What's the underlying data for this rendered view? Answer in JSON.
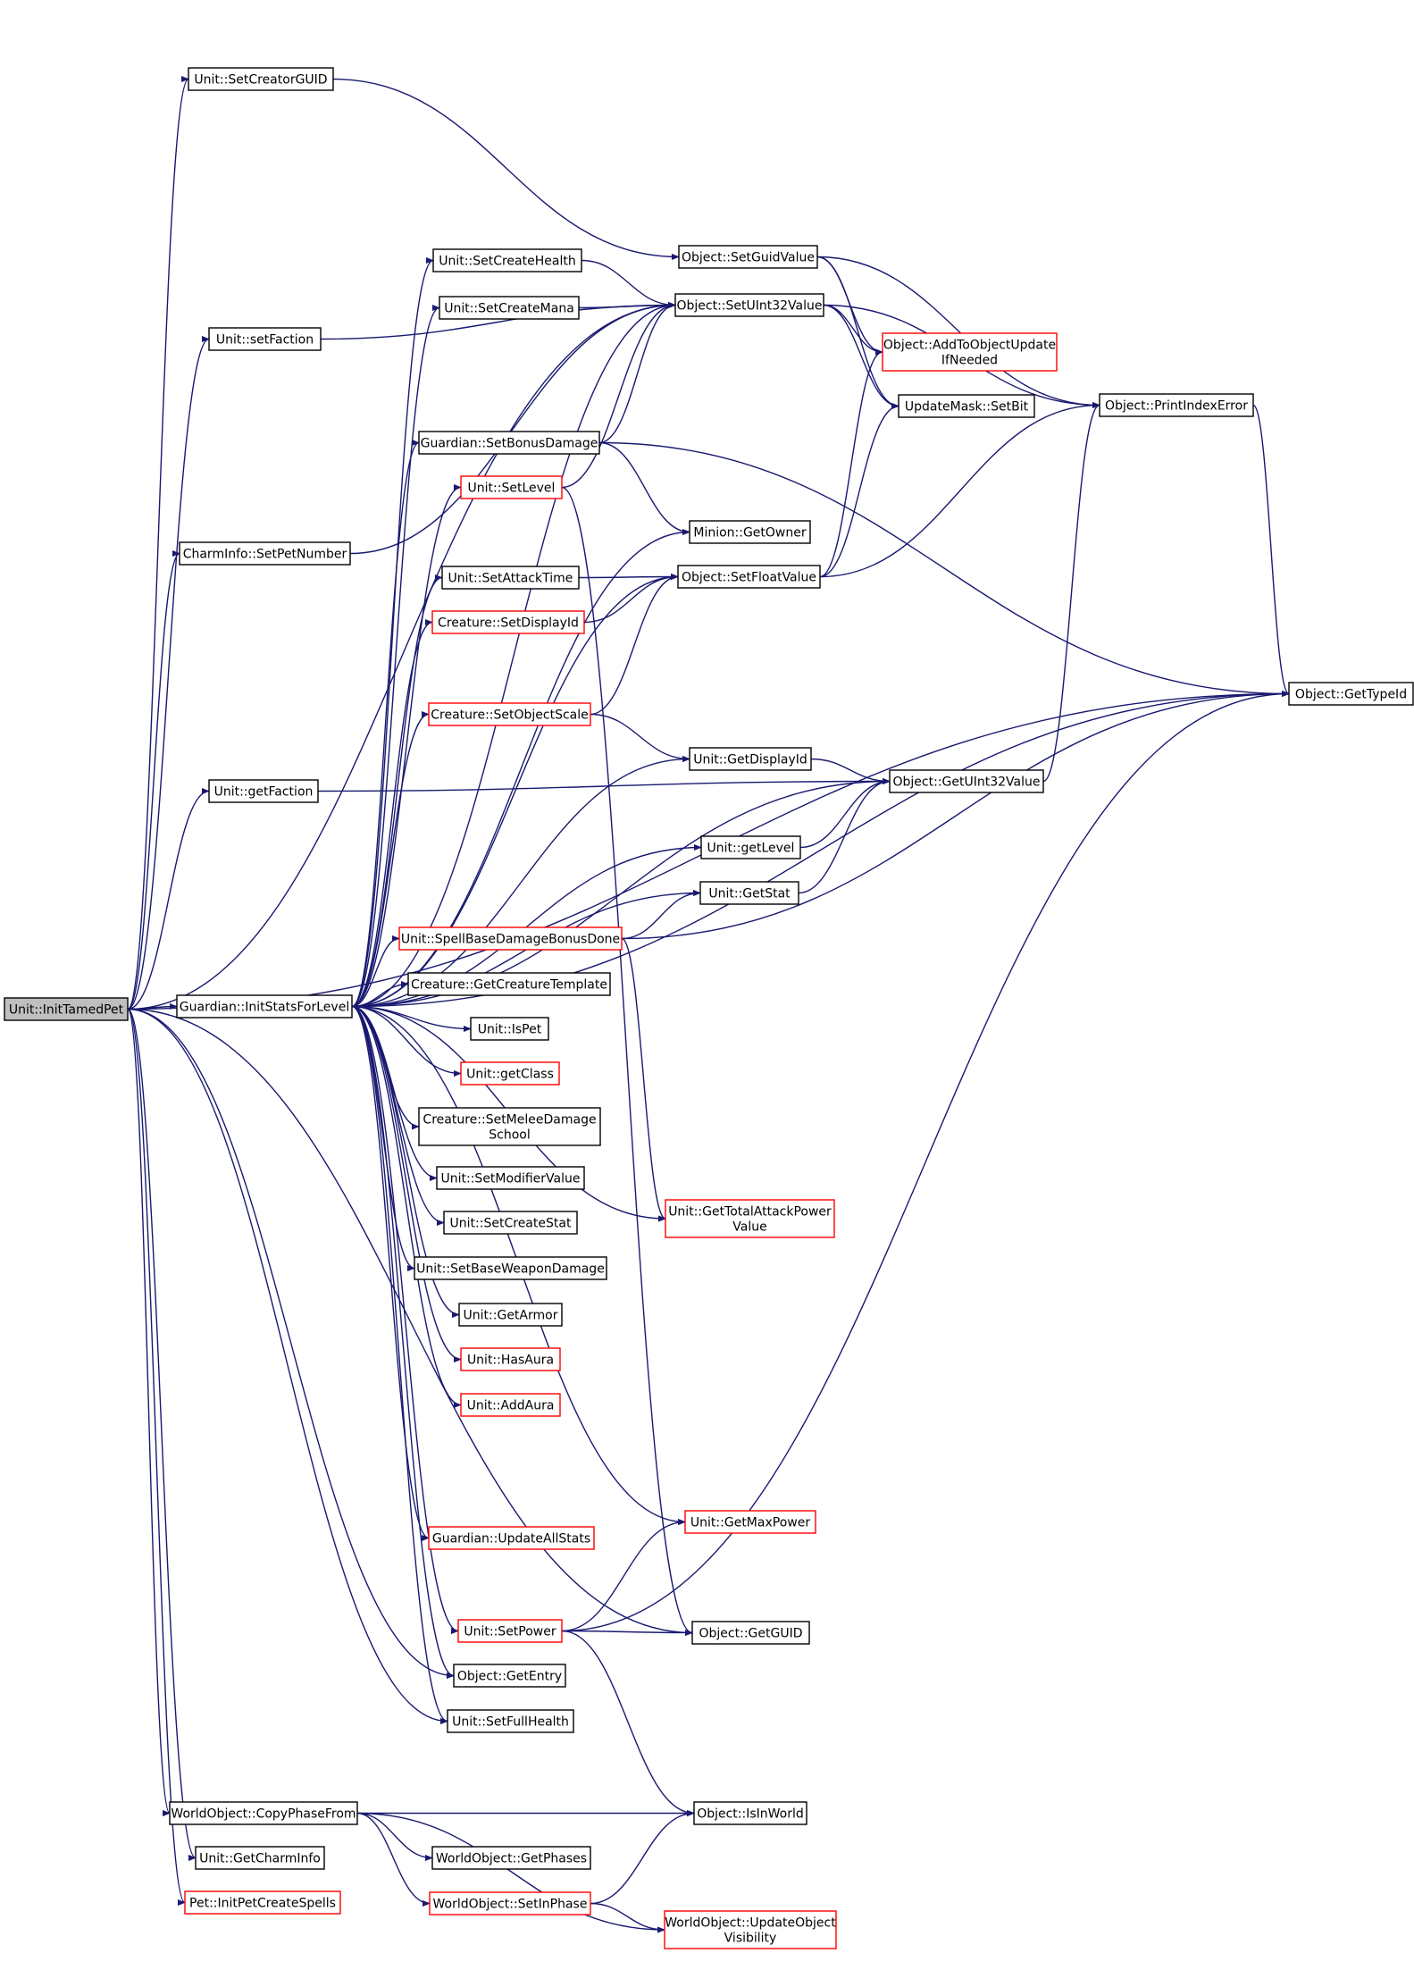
{
  "nodes": [
    {
      "id": "init_tamed_pet",
      "lines": [
        "Unit::InitTamedPet"
      ],
      "style": "root"
    },
    {
      "id": "set_creator_guid",
      "lines": [
        "Unit::SetCreatorGUID"
      ],
      "style": "normal"
    },
    {
      "id": "set_faction",
      "lines": [
        "Unit::setFaction"
      ],
      "style": "normal"
    },
    {
      "id": "set_pet_number",
      "lines": [
        "CharmInfo::SetPetNumber"
      ],
      "style": "normal"
    },
    {
      "id": "get_faction",
      "lines": [
        "Unit::getFaction"
      ],
      "style": "normal"
    },
    {
      "id": "init_stats_for_level",
      "lines": [
        "Guardian::InitStatsForLevel"
      ],
      "style": "normal"
    },
    {
      "id": "copy_phase_from",
      "lines": [
        "WorldObject::CopyPhaseFrom"
      ],
      "style": "normal"
    },
    {
      "id": "get_charm_info",
      "lines": [
        "Unit::GetCharmInfo"
      ],
      "style": "normal"
    },
    {
      "id": "init_pet_create_spells",
      "lines": [
        "Pet::InitPetCreateSpells"
      ],
      "style": "red"
    },
    {
      "id": "set_create_health",
      "lines": [
        "Unit::SetCreateHealth"
      ],
      "style": "normal"
    },
    {
      "id": "set_create_mana",
      "lines": [
        "Unit::SetCreateMana"
      ],
      "style": "normal"
    },
    {
      "id": "set_bonus_damage",
      "lines": [
        "Guardian::SetBonusDamage"
      ],
      "style": "normal"
    },
    {
      "id": "set_level",
      "lines": [
        "Unit::SetLevel"
      ],
      "style": "red"
    },
    {
      "id": "set_attack_time",
      "lines": [
        "Unit::SetAttackTime"
      ],
      "style": "normal"
    },
    {
      "id": "set_display_id",
      "lines": [
        "Creature::SetDisplayId"
      ],
      "style": "red"
    },
    {
      "id": "set_object_scale",
      "lines": [
        "Creature::SetObjectScale"
      ],
      "style": "red"
    },
    {
      "id": "spell_base_damage",
      "lines": [
        "Unit::SpellBaseDamageBonusDone"
      ],
      "style": "red"
    },
    {
      "id": "get_creature_template",
      "lines": [
        "Creature::GetCreatureTemplate"
      ],
      "style": "normal"
    },
    {
      "id": "is_pet",
      "lines": [
        "Unit::IsPet"
      ],
      "style": "normal"
    },
    {
      "id": "get_class",
      "lines": [
        "Unit::getClass"
      ],
      "style": "red"
    },
    {
      "id": "set_melee_damage_school",
      "lines": [
        "Creature::SetMeleeDamage",
        "School"
      ],
      "style": "normal"
    },
    {
      "id": "set_modifier_value",
      "lines": [
        "Unit::SetModifierValue"
      ],
      "style": "normal"
    },
    {
      "id": "set_create_stat",
      "lines": [
        "Unit::SetCreateStat"
      ],
      "style": "normal"
    },
    {
      "id": "set_base_weapon_damage",
      "lines": [
        "Unit::SetBaseWeaponDamage"
      ],
      "style": "normal"
    },
    {
      "id": "get_armor",
      "lines": [
        "Unit::GetArmor"
      ],
      "style": "normal"
    },
    {
      "id": "has_aura",
      "lines": [
        "Unit::HasAura"
      ],
      "style": "red"
    },
    {
      "id": "add_aura",
      "lines": [
        "Unit::AddAura"
      ],
      "style": "red"
    },
    {
      "id": "update_all_stats",
      "lines": [
        "Guardian::UpdateAllStats"
      ],
      "style": "red"
    },
    {
      "id": "set_power",
      "lines": [
        "Unit::SetPower"
      ],
      "style": "red"
    },
    {
      "id": "get_entry",
      "lines": [
        "Object::GetEntry"
      ],
      "style": "normal"
    },
    {
      "id": "set_full_health",
      "lines": [
        "Unit::SetFullHealth"
      ],
      "style": "normal"
    },
    {
      "id": "get_phases",
      "lines": [
        "WorldObject::GetPhases"
      ],
      "style": "normal"
    },
    {
      "id": "set_in_phase",
      "lines": [
        "WorldObject::SetInPhase"
      ],
      "style": "red"
    },
    {
      "id": "set_guid_value",
      "lines": [
        "Object::SetGuidValue"
      ],
      "style": "normal"
    },
    {
      "id": "set_uint32_value",
      "lines": [
        "Object::SetUInt32Value"
      ],
      "style": "normal"
    },
    {
      "id": "get_owner",
      "lines": [
        "Minion::GetOwner"
      ],
      "style": "normal"
    },
    {
      "id": "set_float_value",
      "lines": [
        "Object::SetFloatValue"
      ],
      "style": "normal"
    },
    {
      "id": "get_display_id",
      "lines": [
        "Unit::GetDisplayId"
      ],
      "style": "normal"
    },
    {
      "id": "get_level",
      "lines": [
        "Unit::getLevel"
      ],
      "style": "normal"
    },
    {
      "id": "get_stat",
      "lines": [
        "Unit::GetStat"
      ],
      "style": "normal"
    },
    {
      "id": "get_total_attack_power",
      "lines": [
        "Unit::GetTotalAttackPower",
        "Value"
      ],
      "style": "red"
    },
    {
      "id": "get_max_power",
      "lines": [
        "Unit::GetMaxPower"
      ],
      "style": "red"
    },
    {
      "id": "get_guid",
      "lines": [
        "Object::GetGUID"
      ],
      "style": "normal"
    },
    {
      "id": "is_in_world",
      "lines": [
        "Object::IsInWorld"
      ],
      "style": "normal"
    },
    {
      "id": "update_object_visibility",
      "lines": [
        "WorldObject::UpdateObject",
        "Visibility"
      ],
      "style": "red"
    },
    {
      "id": "add_to_object_update",
      "lines": [
        "Object::AddToObjectUpdate",
        "IfNeeded"
      ],
      "style": "red"
    },
    {
      "id": "update_mask_set_bit",
      "lines": [
        "UpdateMask::SetBit"
      ],
      "style": "normal"
    },
    {
      "id": "get_uint32_value",
      "lines": [
        "Object::GetUInt32Value"
      ],
      "style": "normal"
    },
    {
      "id": "print_index_error",
      "lines": [
        "Object::PrintIndexError"
      ],
      "style": "normal"
    },
    {
      "id": "get_type_id",
      "lines": [
        "Object::GetTypeId"
      ],
      "style": "normal"
    }
  ],
  "edges": [
    [
      "init_tamed_pet",
      "set_creator_guid"
    ],
    [
      "init_tamed_pet",
      "set_faction"
    ],
    [
      "init_tamed_pet",
      "set_pet_number"
    ],
    [
      "init_tamed_pet",
      "get_faction"
    ],
    [
      "init_tamed_pet",
      "init_stats_for_level"
    ],
    [
      "init_tamed_pet",
      "copy_phase_from"
    ],
    [
      "init_tamed_pet",
      "get_charm_info"
    ],
    [
      "init_tamed_pet",
      "init_pet_create_spells"
    ],
    [
      "init_tamed_pet",
      "set_uint32_value"
    ],
    [
      "init_tamed_pet",
      "get_type_id"
    ],
    [
      "init_tamed_pet",
      "get_entry"
    ],
    [
      "init_tamed_pet",
      "set_full_health"
    ],
    [
      "init_tamed_pet",
      "get_guid"
    ],
    [
      "set_creator_guid",
      "set_guid_value"
    ],
    [
      "set_faction",
      "set_uint32_value"
    ],
    [
      "set_pet_number",
      "set_uint32_value"
    ],
    [
      "get_faction",
      "get_uint32_value"
    ],
    [
      "init_stats_for_level",
      "set_create_health"
    ],
    [
      "init_stats_for_level",
      "set_create_mana"
    ],
    [
      "init_stats_for_level",
      "set_bonus_damage"
    ],
    [
      "init_stats_for_level",
      "set_level"
    ],
    [
      "init_stats_for_level",
      "get_owner"
    ],
    [
      "init_stats_for_level",
      "set_attack_time"
    ],
    [
      "init_stats_for_level",
      "set_display_id"
    ],
    [
      "init_stats_for_level",
      "set_float_value"
    ],
    [
      "init_stats_for_level",
      "set_object_scale"
    ],
    [
      "init_stats_for_level",
      "get_display_id"
    ],
    [
      "init_stats_for_level",
      "get_uint32_value"
    ],
    [
      "init_stats_for_level",
      "get_level"
    ],
    [
      "init_stats_for_level",
      "get_stat"
    ],
    [
      "init_stats_for_level",
      "spell_base_damage"
    ],
    [
      "init_stats_for_level",
      "get_creature_template"
    ],
    [
      "init_stats_for_level",
      "is_pet"
    ],
    [
      "init_stats_for_level",
      "get_class"
    ],
    [
      "init_stats_for_level",
      "set_melee_damage_school"
    ],
    [
      "init_stats_for_level",
      "set_modifier_value"
    ],
    [
      "init_stats_for_level",
      "set_create_stat"
    ],
    [
      "init_stats_for_level",
      "set_base_weapon_damage"
    ],
    [
      "init_stats_for_level",
      "get_armor"
    ],
    [
      "init_stats_for_level",
      "has_aura"
    ],
    [
      "init_stats_for_level",
      "add_aura"
    ],
    [
      "init_stats_for_level",
      "get_total_attack_power"
    ],
    [
      "init_stats_for_level",
      "get_max_power"
    ],
    [
      "init_stats_for_level",
      "update_all_stats"
    ],
    [
      "init_stats_for_level",
      "get_type_id"
    ],
    [
      "init_stats_for_level",
      "set_power"
    ],
    [
      "init_stats_for_level",
      "get_entry"
    ],
    [
      "init_stats_for_level",
      "set_full_health"
    ],
    [
      "init_stats_for_level",
      "set_uint32_value"
    ],
    [
      "set_create_health",
      "set_uint32_value"
    ],
    [
      "set_create_mana",
      "set_uint32_value"
    ],
    [
      "set_bonus_damage",
      "set_uint32_value"
    ],
    [
      "set_bonus_damage",
      "get_owner"
    ],
    [
      "set_bonus_damage",
      "get_type_id"
    ],
    [
      "set_level",
      "set_uint32_value"
    ],
    [
      "set_level",
      "get_guid"
    ],
    [
      "set_attack_time",
      "set_float_value"
    ],
    [
      "set_display_id",
      "set_float_value"
    ],
    [
      "set_object_scale",
      "set_float_value"
    ],
    [
      "set_object_scale",
      "get_display_id"
    ],
    [
      "spell_base_damage",
      "get_stat"
    ],
    [
      "spell_base_damage",
      "get_type_id"
    ],
    [
      "spell_base_damage",
      "get_total_attack_power"
    ],
    [
      "set_power",
      "get_max_power"
    ],
    [
      "set_power",
      "get_guid"
    ],
    [
      "set_power",
      "get_type_id"
    ],
    [
      "set_power",
      "is_in_world"
    ],
    [
      "copy_phase_from",
      "is_in_world"
    ],
    [
      "copy_phase_from",
      "get_phases"
    ],
    [
      "copy_phase_from",
      "set_in_phase"
    ],
    [
      "copy_phase_from",
      "update_object_visibility"
    ],
    [
      "set_in_phase",
      "is_in_world"
    ],
    [
      "set_in_phase",
      "update_object_visibility"
    ],
    [
      "set_guid_value",
      "add_to_object_update"
    ],
    [
      "set_guid_value",
      "update_mask_set_bit"
    ],
    [
      "set_guid_value",
      "print_index_error"
    ],
    [
      "set_uint32_value",
      "add_to_object_update"
    ],
    [
      "set_uint32_value",
      "update_mask_set_bit"
    ],
    [
      "set_uint32_value",
      "print_index_error"
    ],
    [
      "set_float_value",
      "add_to_object_update"
    ],
    [
      "set_float_value",
      "update_mask_set_bit"
    ],
    [
      "set_float_value",
      "print_index_error"
    ],
    [
      "get_display_id",
      "get_uint32_value"
    ],
    [
      "get_level",
      "get_uint32_value"
    ],
    [
      "get_stat",
      "get_uint32_value"
    ],
    [
      "get_uint32_value",
      "print_index_error"
    ],
    [
      "print_index_error",
      "get_type_id"
    ]
  ]
}
